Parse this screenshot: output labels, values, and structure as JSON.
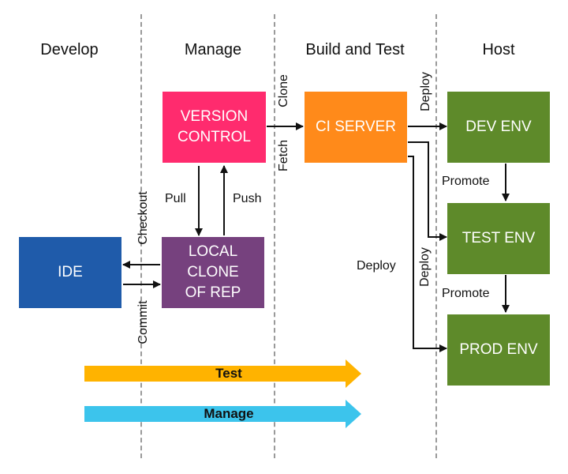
{
  "columns": {
    "develop": "Develop",
    "manage": "Manage",
    "build": "Build and Test",
    "host": "Host"
  },
  "boxes": {
    "version_control": {
      "label": "VERSION\nCONTROL",
      "color": "#FF2B6E"
    },
    "ci_server": {
      "label": "CI SERVER",
      "color": "#FF8A1A"
    },
    "dev_env": {
      "label": "DEV ENV",
      "color": "#5E8A2A"
    },
    "test_env": {
      "label": "TEST ENV",
      "color": "#5E8A2A"
    },
    "prod_env": {
      "label": "PROD ENV",
      "color": "#5E8A2A"
    },
    "ide": {
      "label": "IDE",
      "color": "#1F5BAA"
    },
    "local_clone": {
      "label": "LOCAL CLONE\nOF REP",
      "color": "#76417E"
    }
  },
  "edge_labels": {
    "clone": "Clone",
    "fetch": "Fetch",
    "deploy_top": "Deploy",
    "pull": "Pull",
    "push": "Push",
    "checkout": "Checkout",
    "commit": "Commit",
    "promote_1": "Promote",
    "promote_2": "Promote",
    "deploy_mid": "Deploy",
    "deploy_left": "Deploy"
  },
  "banners": {
    "test": {
      "label": "Test",
      "color": "#FFB300"
    },
    "manage": {
      "label": "Manage",
      "color": "#3CC4EC"
    }
  }
}
